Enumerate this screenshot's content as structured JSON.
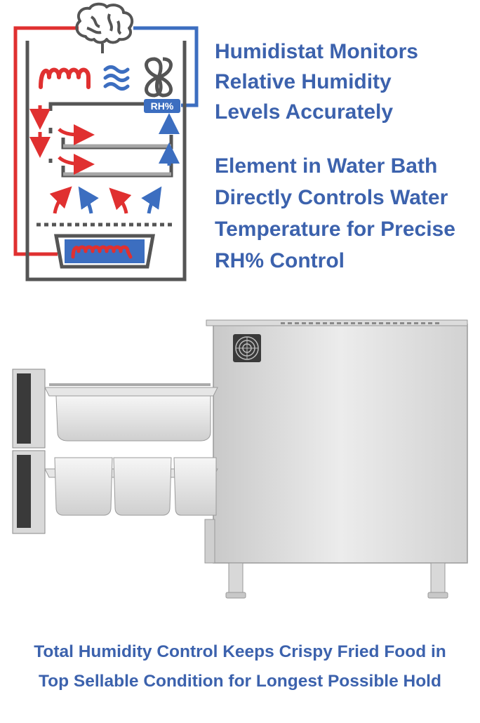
{
  "diagram": {
    "rh_badge": "RH%",
    "colors": {
      "hot": "#e03030",
      "cool": "#3c6ec0",
      "frame": "#555555",
      "shelf": "#a6a6a6",
      "text": "#3c62ad"
    },
    "icons": [
      "brain-icon",
      "heating-element-icon",
      "air-flow-icon",
      "fan-icon",
      "water-bath-icon"
    ]
  },
  "headline_1": [
    "Humidistat Monitors",
    "Relative Humidity",
    "Levels Accurately"
  ],
  "headline_2": [
    "Element in Water Bath",
    "Directly Controls Water",
    "Temperature for Precise",
    "RH% Control"
  ],
  "tagline": [
    "Total Humidity Control Keeps Crispy Fried Food in",
    "Top Sellable Condition for Longest Possible Hold"
  ]
}
